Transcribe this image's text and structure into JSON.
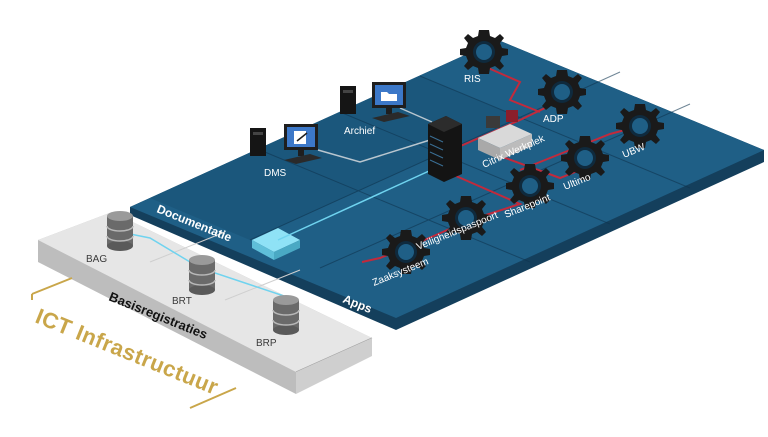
{
  "platform": {
    "documentatie_label": "Documentatie",
    "apps_label": "Apps",
    "basisregistraties_label": "Basisregistraties",
    "infrastructure_label": "ICT Infrastructuur"
  },
  "apps": [
    "RIS",
    "ADP",
    "UBW",
    "Ultimo",
    "Sharepoint",
    "Veiligheidspaspoort",
    "Zaaksysteem"
  ],
  "workstations": [
    "Archief",
    "DMS"
  ],
  "citrix_label": "Citrix Werkplek",
  "registries": [
    "BAG",
    "BRT",
    "BRP"
  ],
  "colors": {
    "platform_top": "#1f5f86",
    "platform_side": "#143f5c",
    "gear": "#1a1a1a",
    "connection_red": "#c22a3c",
    "connection_cyan": "#6fd3ef",
    "infra_text": "#c9a64a"
  },
  "icons": [
    "gear-icon",
    "server-tower-icon",
    "monitor-icon",
    "folder-icon",
    "database-icon",
    "server-rack-icon"
  ]
}
